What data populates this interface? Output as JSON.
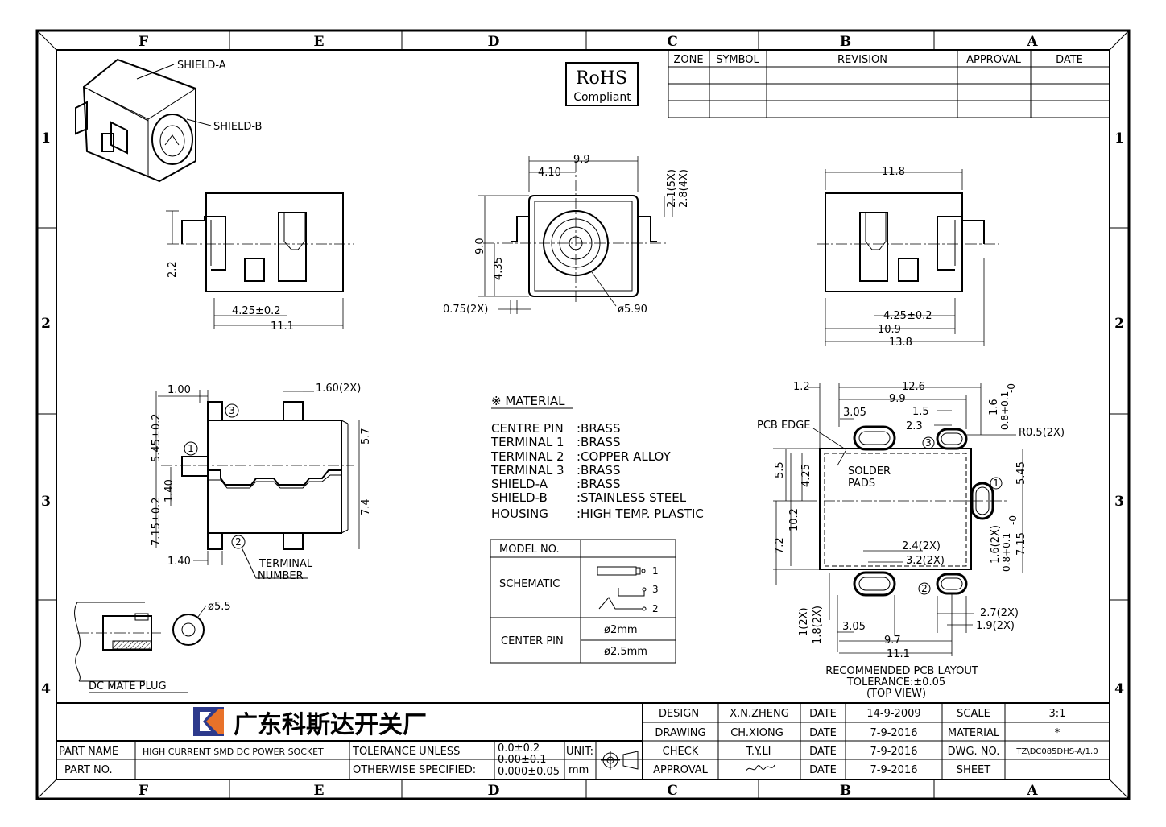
{
  "zones": {
    "columns": [
      "F",
      "E",
      "D",
      "C",
      "B",
      "A"
    ],
    "rows": [
      "1",
      "2",
      "3",
      "4"
    ]
  },
  "rohs": {
    "line1": "RoHS",
    "line2": "Compliant"
  },
  "revision_table": {
    "headers": [
      "ZONE",
      "SYMBOL",
      "REVISION",
      "APPROVAL",
      "DATE"
    ]
  },
  "iso_view": {
    "shield_a": "SHIELD-A",
    "shield_b": "SHIELD-B"
  },
  "dims": {
    "front_left": {
      "d1": "2.2",
      "d2": "4.25±0.2",
      "d3": "11.1"
    },
    "end_view": {
      "d1": "9.9",
      "d2": "4.10",
      "d3": "2.1(5X)",
      "d4": "2.8(4X)",
      "d5": "9.0",
      "d6": "4.35",
      "d7": "0.75(2X)",
      "d8": "ø5.90"
    },
    "front_right": {
      "d1": "11.8",
      "d2": "4.25±0.2",
      "d3": "10.9",
      "d4": "13.8"
    },
    "top_view": {
      "d1": "1.00",
      "d2": "1.60(2X)",
      "d3": "5.45±0.2",
      "d4": "7.15±0.2",
      "d5": "1.40",
      "d6": "5.7",
      "d7": "7.4",
      "d8": "1.40",
      "b1": "1",
      "b2": "2",
      "b3": "3",
      "terminal": [
        "TERMINAL",
        "NUMBER"
      ]
    },
    "plug": {
      "d1": "ø5.5",
      "label": "DC MATE PLUG"
    }
  },
  "material": {
    "title": "※ MATERIAL",
    "items": [
      {
        "name": "CENTRE PIN",
        "value": ":BRASS"
      },
      {
        "name": "TERMINAL 1",
        "value": ":BRASS"
      },
      {
        "name": "TERMINAL 2",
        "value": ":COPPER ALLOY"
      },
      {
        "name": "TERMINAL 3",
        "value": ":BRASS"
      },
      {
        "name": "SHIELD-A",
        "value": ":BRASS"
      },
      {
        "name": "SHIELD-B",
        "value": ":STAINLESS STEEL"
      },
      {
        "name": "HOUSING",
        "value": ":HIGH TEMP. PLASTIC"
      }
    ]
  },
  "model_table": {
    "model_no": "MODEL NO.",
    "schematic": "SCHEMATIC",
    "pins": [
      "1",
      "3",
      "2"
    ],
    "center_pin": "CENTER PIN",
    "center_options": [
      "ø2mm",
      "ø2.5mm"
    ]
  },
  "pcb": {
    "d_12_6": "12.6",
    "d_9_9": "9.9",
    "d_1_2": "1.2",
    "d_1_5": "1.5",
    "d_1_6": "1.6",
    "d_3_05": "3.05",
    "d_2_3": "2.3",
    "d_08": "0.8+0.1",
    "d_08b": "-0",
    "r05": "R0.5(2X)",
    "pcb_edge": "PCB EDGE",
    "d_5_5": "5.5",
    "d_4_25": "4.25",
    "d_10_2": "10.2",
    "d_7_2": "7.2",
    "d_5_45": "5.45",
    "d_1_6b": "1.6(2X)",
    "d_08c": "0.8+0.1",
    "d_08d": "-0",
    "d_7_15": "7.15",
    "solder": [
      "SOLDER",
      "PADS"
    ],
    "d_2_4": "2.4(2X)",
    "d_3_2": "3.2(2X)",
    "d_1_2x": "1(2X)",
    "d_1_8": "1.8(2X)",
    "d_3_05b": "3.05",
    "d_2_7": "2.7(2X)",
    "d_1_9": "1.9(2X)",
    "d_9_7": "9.7",
    "d_11_1": "11.1",
    "b1": "1",
    "b2": "2",
    "b3": "3",
    "caption": [
      "RECOMMENDED PCB LAYOUT",
      "TOLERANCE:±0.05",
      "(TOP VIEW)"
    ]
  },
  "title_block": {
    "company": "广东科斯达开关厂",
    "part_name_label": "PART NAME",
    "part_name": "HIGH CURRENT SMD DC POWER SOCKET",
    "part_no_label": "PART NO.",
    "part_no": "",
    "tol_label1": "TOLERANCE UNLESS",
    "tol_label2": "OTHERWISE SPECIFIED:",
    "tol_values": [
      "0.0±0.2",
      "0.00±0.1",
      "0.000±0.05"
    ],
    "unit_label": "UNIT:",
    "unit": "mm",
    "rows": [
      {
        "role": "DESIGN",
        "name": "X.N.ZHENG",
        "date_label": "DATE",
        "date": "14-9-2009",
        "k": "SCALE",
        "v": "3:1"
      },
      {
        "role": "DRAWING",
        "name": "CH.XIONG",
        "date_label": "DATE",
        "date": "7-9-2016",
        "k": "MATERIAL",
        "v": "*"
      },
      {
        "role": "CHECK",
        "name": "T.Y.LI",
        "date_label": "DATE",
        "date": "7-9-2016",
        "k": "DWG. NO.",
        "v": "TZ\\DC085DHS-A/1.0"
      },
      {
        "role": "APPROVAL",
        "name": "",
        "date_label": "DATE",
        "date": "7-9-2016",
        "k": "SHEET",
        "v": ""
      }
    ]
  }
}
